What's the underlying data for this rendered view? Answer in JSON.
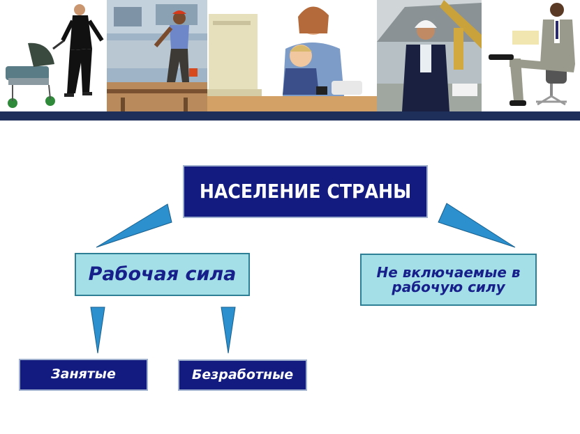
{
  "banner": {
    "photos": [
      "woman-with-stroller",
      "construction-worker",
      "mother-with-child-at-computer",
      "engineer-in-hardhat",
      "businessman-in-chair"
    ]
  },
  "diagram": {
    "root": "НАСЕЛЕНИЕ СТРАНЫ",
    "labor_force": "Рабочая сила",
    "not_in_labor_force": "Не включаемые в рабочую силу",
    "employed": "Занятые",
    "unemployed": "Безработные"
  },
  "colors": {
    "dark_box": "#141b80",
    "light_box": "#a4dfe8",
    "light_box_text": "#17208a",
    "arrow": "#2c90cf",
    "stripe": "#1e2f5a"
  }
}
